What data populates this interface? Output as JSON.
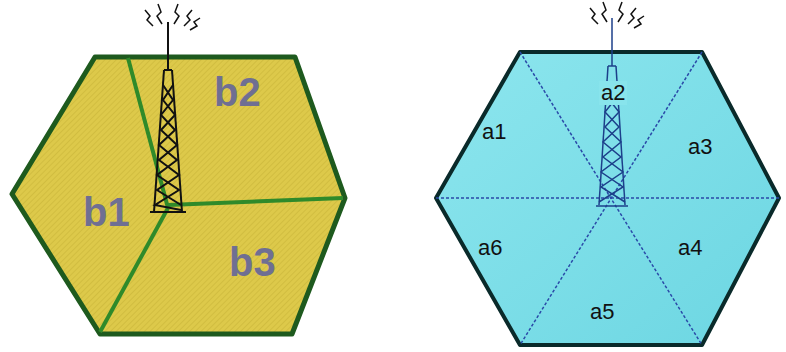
{
  "diagram": {
    "labels": [
      "b1",
      "b2",
      "b3",
      "a1",
      "a2",
      "a3",
      "a4",
      "a5",
      "a6"
    ]
  }
}
